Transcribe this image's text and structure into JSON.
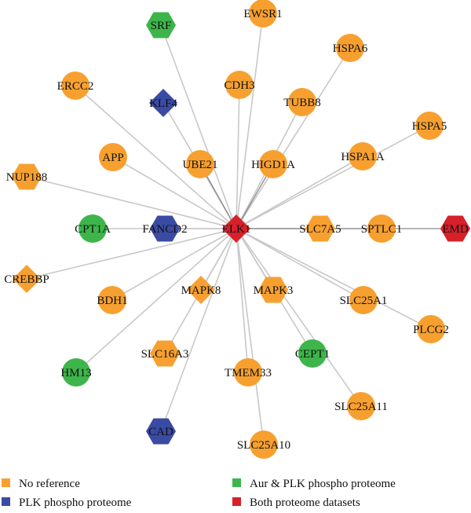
{
  "hub": "ELK1",
  "colors": {
    "no_reference": "#F7A030",
    "plk_phospho_proteome": "#3A4BA4",
    "aur_plk_phospho_proteome": "#3DB54A",
    "both_proteome_datasets": "#D7202A",
    "edge": "#C8C8C8",
    "edge_dark": "#8A8A8A"
  },
  "nodes": [
    {
      "id": "ELK1",
      "label": "ELK1",
      "shape": "diamond",
      "group": "both_proteome_datasets"
    },
    {
      "id": "SRF",
      "label": "SRF",
      "shape": "hexagon",
      "group": "aur_plk_phospho_proteome"
    },
    {
      "id": "EWSR1",
      "label": "EWSR1",
      "shape": "circle",
      "group": "no_reference"
    },
    {
      "id": "HSPA6",
      "label": "HSPA6",
      "shape": "circle",
      "group": "no_reference"
    },
    {
      "id": "ERCC2",
      "label": "ERCC2",
      "shape": "circle",
      "group": "no_reference"
    },
    {
      "id": "CDH3",
      "label": "CDH3",
      "shape": "circle",
      "group": "no_reference"
    },
    {
      "id": "KLF4",
      "label": "KLF4",
      "shape": "diamond",
      "group": "plk_phospho_proteome"
    },
    {
      "id": "TUBB8",
      "label": "TUBB8",
      "shape": "circle",
      "group": "no_reference"
    },
    {
      "id": "HSPA5",
      "label": "HSPA5",
      "shape": "circle",
      "group": "no_reference"
    },
    {
      "id": "APP",
      "label": "APP",
      "shape": "circle",
      "group": "no_reference"
    },
    {
      "id": "UBE21",
      "label": "UBE21",
      "shape": "circle",
      "group": "no_reference"
    },
    {
      "id": "HIGD1A",
      "label": "HIGD1A",
      "shape": "circle",
      "group": "no_reference"
    },
    {
      "id": "HSPA1A",
      "label": "HSPA1A",
      "shape": "circle",
      "group": "no_reference"
    },
    {
      "id": "NUP188",
      "label": "NUP188",
      "shape": "hexagon",
      "group": "no_reference"
    },
    {
      "id": "CPT1A",
      "label": "CPT1A",
      "shape": "circle",
      "group": "aur_plk_phospho_proteome"
    },
    {
      "id": "FANCD2",
      "label": "FANCD2",
      "shape": "hexagon",
      "group": "plk_phospho_proteome"
    },
    {
      "id": "SLC7A5",
      "label": "SLC7A5",
      "shape": "hexagon",
      "group": "no_reference"
    },
    {
      "id": "SPTLC1",
      "label": "SPTLC1",
      "shape": "circle",
      "group": "no_reference"
    },
    {
      "id": "EMD",
      "label": "EMD",
      "shape": "hexagon",
      "group": "both_proteome_datasets"
    },
    {
      "id": "CREBBP",
      "label": "CREBBP",
      "shape": "diamond",
      "group": "no_reference"
    },
    {
      "id": "BDH1",
      "label": "BDH1",
      "shape": "circle",
      "group": "no_reference"
    },
    {
      "id": "MAPK8",
      "label": "MAPK8",
      "shape": "diamond",
      "group": "no_reference"
    },
    {
      "id": "MAPK3",
      "label": "MAPK3",
      "shape": "hexagon",
      "group": "no_reference"
    },
    {
      "id": "SLC25A1",
      "label": "SLC25A1",
      "shape": "circle",
      "group": "no_reference"
    },
    {
      "id": "PLCG2",
      "label": "PLCG2",
      "shape": "circle",
      "group": "no_reference"
    },
    {
      "id": "SLC16A3",
      "label": "SLC16A3",
      "shape": "hexagon",
      "group": "no_reference"
    },
    {
      "id": "CEPT1",
      "label": "CEPT1",
      "shape": "circle",
      "group": "aur_plk_phospho_proteome"
    },
    {
      "id": "HM13",
      "label": "HM13",
      "shape": "circle",
      "group": "aur_plk_phospho_proteome"
    },
    {
      "id": "TMEM33",
      "label": "TMEM33",
      "shape": "circle",
      "group": "no_reference"
    },
    {
      "id": "SLC25A11",
      "label": "SLC25A11",
      "shape": "circle",
      "group": "no_reference"
    },
    {
      "id": "CAD",
      "label": "CAD",
      "shape": "hexagon",
      "group": "plk_phospho_proteome"
    },
    {
      "id": "SLC25A10",
      "label": "SLC25A10",
      "shape": "circle",
      "group": "no_reference"
    }
  ],
  "edges": [
    {
      "source": "ELK1",
      "target": "SRF",
      "style": "light"
    },
    {
      "source": "ELK1",
      "target": "EWSR1",
      "style": "light"
    },
    {
      "source": "ELK1",
      "target": "HSPA6",
      "style": "light"
    },
    {
      "source": "ELK1",
      "target": "ERCC2",
      "style": "light"
    },
    {
      "source": "ELK1",
      "target": "CDH3",
      "style": "light"
    },
    {
      "source": "ELK1",
      "target": "KLF4",
      "style": "light"
    },
    {
      "source": "ELK1",
      "target": "TUBB8",
      "style": "light"
    },
    {
      "source": "ELK1",
      "target": "HSPA5",
      "style": "light"
    },
    {
      "source": "ELK1",
      "target": "APP",
      "style": "light"
    },
    {
      "source": "ELK1",
      "target": "UBE21",
      "style": "dark"
    },
    {
      "source": "ELK1",
      "target": "HIGD1A",
      "style": "dark"
    },
    {
      "source": "ELK1",
      "target": "HSPA1A",
      "style": "light"
    },
    {
      "source": "ELK1",
      "target": "NUP188",
      "style": "light"
    },
    {
      "source": "ELK1",
      "target": "CPT1A",
      "style": "light"
    },
    {
      "source": "ELK1",
      "target": "FANCD2",
      "style": "light"
    },
    {
      "source": "ELK1",
      "target": "SLC7A5",
      "style": "light"
    },
    {
      "source": "ELK1",
      "target": "SPTLC1",
      "style": "light"
    },
    {
      "source": "ELK1",
      "target": "EMD",
      "style": "dark"
    },
    {
      "source": "ELK1",
      "target": "CREBBP",
      "style": "light"
    },
    {
      "source": "ELK1",
      "target": "BDH1",
      "style": "light"
    },
    {
      "source": "ELK1",
      "target": "MAPK8",
      "style": "light"
    },
    {
      "source": "ELK1",
      "target": "MAPK3",
      "style": "light"
    },
    {
      "source": "ELK1",
      "target": "SLC25A1",
      "style": "light"
    },
    {
      "source": "ELK1",
      "target": "PLCG2",
      "style": "light"
    },
    {
      "source": "ELK1",
      "target": "SLC16A3",
      "style": "light"
    },
    {
      "source": "ELK1",
      "target": "CEPT1",
      "style": "light"
    },
    {
      "source": "ELK1",
      "target": "HM13",
      "style": "light"
    },
    {
      "source": "ELK1",
      "target": "TMEM33",
      "style": "light"
    },
    {
      "source": "ELK1",
      "target": "SLC25A11",
      "style": "light"
    },
    {
      "source": "ELK1",
      "target": "CAD",
      "style": "light"
    },
    {
      "source": "ELK1",
      "target": "SLC25A10",
      "style": "light"
    }
  ],
  "legend": [
    {
      "group": "no_reference",
      "label": "No reference"
    },
    {
      "group": "aur_plk_phospho_proteome",
      "label": "Aur & PLK phospho proteome"
    },
    {
      "group": "plk_phospho_proteome",
      "label": "PLK phospho proteome"
    },
    {
      "group": "both_proteome_datasets",
      "label": "Both proteome datasets"
    }
  ]
}
